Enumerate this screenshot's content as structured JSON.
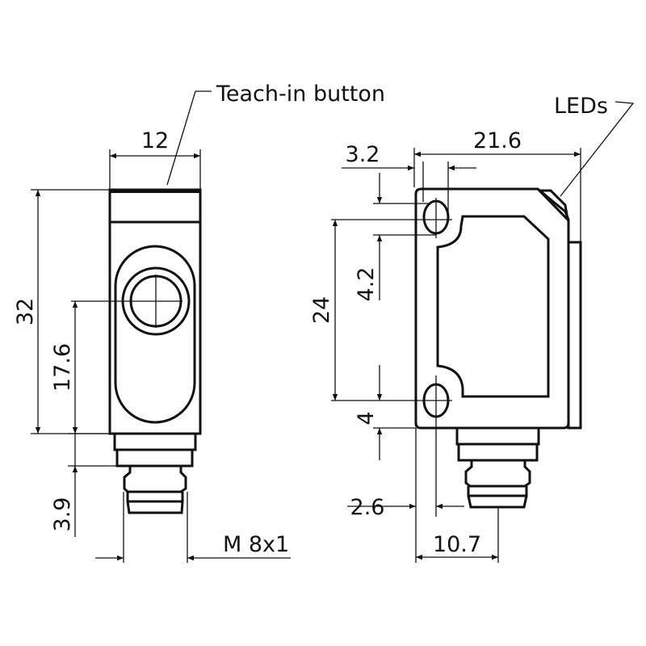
{
  "labels": {
    "teach_in_button": "Teach-in button",
    "leds": "LEDs",
    "thread": "M 8x1"
  },
  "front_view": {
    "width": "12",
    "height": "32",
    "lens_height": "17.6",
    "connector_offset": "3.9"
  },
  "side_view": {
    "width": "21.6",
    "hole_offset_x": "3.2",
    "hole_size": "4.2",
    "hole_spacing": "24",
    "hole_offset_bottom": "4",
    "hole_center_x": "2.6",
    "connector_center": "10.7"
  }
}
